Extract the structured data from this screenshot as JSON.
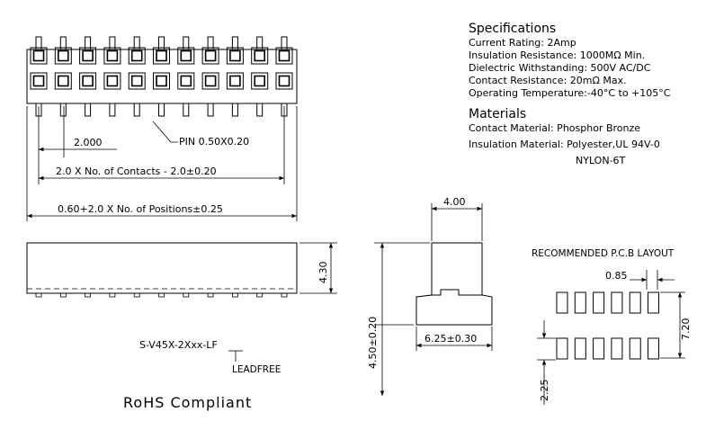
{
  "specifications": {
    "title": "Specifications",
    "lines": [
      "Current Rating:  2Amp",
      "Insulation Resistance:  1000MΩ Min.",
      "Dielectric Withstanding:  500V AC/DC",
      "Contact Resistance:  20mΩ Max.",
      "Operating Temperature:-40°C to +105°C"
    ]
  },
  "materials": {
    "title": "Materials",
    "contact": "Contact Material: Phosphor Bronze",
    "insulation": "Insulation Material: Polyester,UL 94V-0",
    "insulation_alt": "NYLON-6T"
  },
  "top_view": {
    "pin_count_per_row": 11,
    "pitch_label": "2.000",
    "pin_label": "PIN 0.50X0.20",
    "contacts_label": "2.0 X No. of Contacts - 2.0±0.20",
    "positions_label": "0.60+2.0 X No. of Positions±0.25"
  },
  "front_view": {
    "height_label": "4.30"
  },
  "side_view": {
    "top_width_label": "4.00",
    "total_height_label": "4.50±0.20",
    "base_width_label": "6.25±0.30"
  },
  "pcb_layout": {
    "title": "RECOMMENDED P.C.B LAYOUT",
    "pad_width_label": "0.85",
    "row_spacing_label": "7.20",
    "offset_label": "2.25",
    "pads_per_row": 6
  },
  "part_number": {
    "code": "S-V45X-2Xxx-LF",
    "suffix_note": "LEADFREE"
  },
  "rohs": "RoHS Compliant",
  "colors": {
    "line": "#000000",
    "background": "#ffffff"
  }
}
